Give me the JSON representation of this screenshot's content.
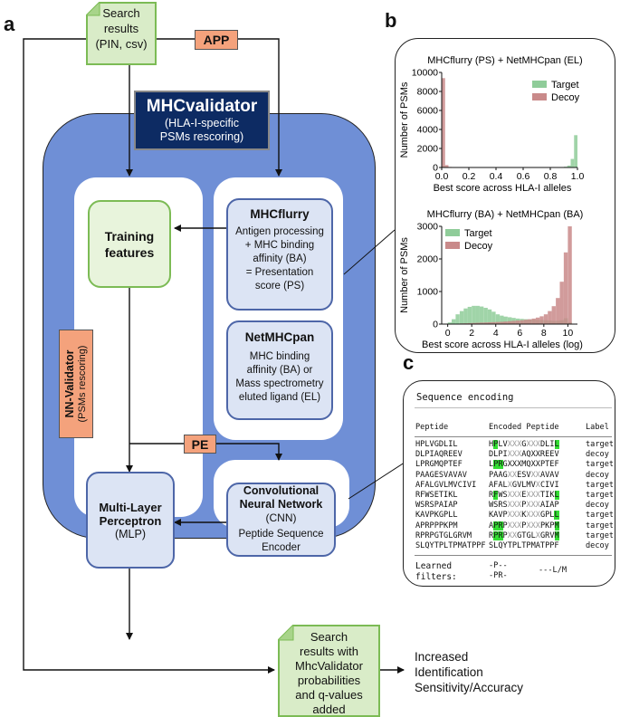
{
  "panels": {
    "a": "a",
    "b": "b",
    "c": "c"
  },
  "search_results": {
    "l1": "Search",
    "l2": "results",
    "l3": "(PIN, csv)"
  },
  "app_tag": "APP",
  "pe_tag": "PE",
  "mhcvalidator": {
    "title": "MHCvalidator",
    "sub1": "(HLA-I-specific",
    "sub2": "PSMs rescoring)"
  },
  "training": {
    "l1": "Training",
    "l2": "features"
  },
  "mhcflurry": {
    "title": "MHCflurry",
    "l1": "Antigen processing",
    "l2": "+ MHC binding",
    "l3": "affinity (BA)",
    "l4": "= Presentation",
    "l5": "score (PS)"
  },
  "netmhcpan": {
    "title": "NetMHCpan",
    "l1": "MHC binding",
    "l2": "affinity (BA) or",
    "l3": "Mass spectrometry",
    "l4": "eluted ligand (EL)"
  },
  "nn_validator": {
    "l1": "NN-Validator",
    "l2": "(PSMs rescoring)"
  },
  "mlp": {
    "l1": "Multi-Layer",
    "l2": "Perceptron",
    "l3": "(MLP)"
  },
  "cnn": {
    "l1": "Convolutional",
    "l2": "Neural Network",
    "l3": "(CNN)",
    "l4": "Peptide Sequence",
    "l5": "Encoder"
  },
  "output_doc": {
    "l1": "Search",
    "l2": "results with",
    "l3": "MhcValidator",
    "l4": "probabilities",
    "l5": "and q-values",
    "l6": "added"
  },
  "result_text": {
    "l1": "Increased",
    "l2": "Identification",
    "l3": "Sensitivity/Accuracy"
  },
  "chart_data": [
    {
      "type": "bar",
      "title": "MHCflurry (PS) + NetMHCpan (EL)",
      "xlabel": "Best score across HLA-I alleles",
      "ylabel": "Number of PSMs",
      "xlim": [
        0,
        1.0
      ],
      "ylim": [
        0,
        10000
      ],
      "xticks": [
        "0.0",
        "0.2",
        "0.4",
        "0.6",
        "0.8",
        "1.0"
      ],
      "yticks": [
        "0",
        "2000",
        "4000",
        "6000",
        "8000",
        "10000"
      ],
      "legend": "top-right",
      "bin_width": 0.025,
      "series": [
        {
          "name": "Target",
          "color": "#8fcc99",
          "x": [
            0.0,
            0.025,
            0.05,
            0.075,
            0.9,
            0.925,
            0.95,
            0.975
          ],
          "values": [
            150,
            60,
            40,
            30,
            80,
            200,
            900,
            3400
          ]
        },
        {
          "name": "Decoy",
          "color": "#c98a8a",
          "x": [
            0.0,
            0.025,
            0.05,
            0.075,
            0.1
          ],
          "values": [
            9400,
            250,
            60,
            30,
            20
          ]
        }
      ]
    },
    {
      "type": "bar",
      "title": "MHCflurry (BA) + NetMHCpan (BA)",
      "xlabel": "Best score across HLA-I alleles (log)",
      "ylabel": "Number of PSMs",
      "xlim": [
        -0.5,
        10.8
      ],
      "ylim": [
        0,
        3000
      ],
      "xticks": [
        "0",
        "2",
        "4",
        "6",
        "8",
        "10"
      ],
      "yticks": [
        "0",
        "1000",
        "2000",
        "3000"
      ],
      "legend": "top-left",
      "bin_width": 0.33,
      "series": [
        {
          "name": "Target",
          "color": "#8fcc99",
          "x": [
            0,
            0.33,
            0.66,
            1.0,
            1.33,
            1.66,
            2.0,
            2.33,
            2.66,
            3.0,
            3.33,
            3.66,
            4.0,
            4.33,
            4.66,
            5.0,
            5.33,
            5.66,
            6.0,
            6.33,
            6.66,
            7.0,
            7.33,
            7.66,
            8.0,
            8.33,
            8.66,
            9.0,
            9.33,
            9.66,
            10.0
          ],
          "values": [
            50,
            150,
            300,
            400,
            480,
            530,
            560,
            560,
            540,
            500,
            450,
            380,
            300,
            260,
            230,
            210,
            190,
            170,
            160,
            150,
            140,
            140,
            130,
            130,
            120,
            110,
            100,
            100,
            120,
            180,
            60
          ]
        },
        {
          "name": "Decoy",
          "color": "#c98a8a",
          "x": [
            0,
            0.33,
            0.66,
            1.0,
            1.33,
            1.66,
            2.0,
            2.33,
            2.66,
            3.0,
            3.33,
            3.66,
            4.0,
            4.33,
            4.66,
            5.0,
            5.33,
            5.66,
            6.0,
            6.33,
            6.66,
            7.0,
            7.33,
            7.66,
            8.0,
            8.33,
            8.66,
            9.0,
            9.33,
            9.66,
            10.0
          ],
          "values": [
            0,
            5,
            10,
            20,
            25,
            30,
            35,
            40,
            45,
            50,
            55,
            60,
            65,
            70,
            80,
            90,
            100,
            110,
            120,
            135,
            150,
            170,
            200,
            240,
            300,
            400,
            550,
            800,
            1300,
            2200,
            3100
          ]
        }
      ]
    }
  ],
  "seq_panel": {
    "title": "Sequence encoding",
    "headers": [
      "Peptide",
      "Encoded Peptide",
      "Label"
    ],
    "rows": [
      {
        "pep": "HPLVGDLIL",
        "enc": [
          [
            "H",
            ""
          ],
          [
            "P",
            "hl"
          ],
          [
            "LV",
            ""
          ],
          [
            "XXX",
            "gr"
          ],
          [
            "G",
            ""
          ],
          [
            "XXX",
            "gr"
          ],
          [
            "DLI",
            ""
          ],
          [
            "L",
            "hl"
          ]
        ],
        "label": "target"
      },
      {
        "pep": "DLPIAQREEV",
        "enc": [
          [
            "DLPI",
            ""
          ],
          [
            "XXX",
            "gr"
          ],
          [
            "AQXXREEV",
            ""
          ]
        ],
        "label": "decoy"
      },
      {
        "pep": "LPRGMQPTEF",
        "enc": [
          [
            "L",
            ""
          ],
          [
            "PR",
            "hl"
          ],
          [
            "GXXXMQXXPTEF",
            ""
          ]
        ],
        "label": "target"
      },
      {
        "pep": "PAAGESVAVAV",
        "enc": [
          [
            "PAAG",
            ""
          ],
          [
            "XX",
            "gr"
          ],
          [
            "ESV",
            ""
          ],
          [
            "XX",
            "gr"
          ],
          [
            "AVAV",
            ""
          ]
        ],
        "label": "decoy"
      },
      {
        "pep": "AFALGVLMVCIVI",
        "enc": [
          [
            "AFAL",
            ""
          ],
          [
            "X",
            "gr"
          ],
          [
            "GVLMV",
            ""
          ],
          [
            "X",
            "gr"
          ],
          [
            "CIVI",
            ""
          ]
        ],
        "label": "target"
      },
      {
        "pep": "RFWSETIKL",
        "enc": [
          [
            "R",
            ""
          ],
          [
            "F",
            "hl"
          ],
          [
            "WS",
            ""
          ],
          [
            "XXX",
            "gr"
          ],
          [
            "E",
            ""
          ],
          [
            "XXX",
            "gr"
          ],
          [
            "TIK",
            ""
          ],
          [
            "L",
            "hl"
          ]
        ],
        "label": "target"
      },
      {
        "pep": "WSRSPAIAP",
        "enc": [
          [
            "WSRS",
            ""
          ],
          [
            "XXX",
            "gr"
          ],
          [
            "P",
            ""
          ],
          [
            "XXX",
            "gr"
          ],
          [
            "AIAP",
            ""
          ]
        ],
        "label": "decoy"
      },
      {
        "pep": "KAVPKGPLL",
        "enc": [
          [
            "KAVP",
            ""
          ],
          [
            "XXX",
            "gr"
          ],
          [
            "K",
            ""
          ],
          [
            "XXX",
            "gr"
          ],
          [
            "GPL",
            ""
          ],
          [
            "L",
            "hl"
          ]
        ],
        "label": "target"
      },
      {
        "pep": "APRPPPKPM",
        "enc": [
          [
            "A",
            ""
          ],
          [
            "PR",
            "hl"
          ],
          [
            "P",
            ""
          ],
          [
            "XXX",
            "gr"
          ],
          [
            "P",
            ""
          ],
          [
            "XXX",
            "gr"
          ],
          [
            "PKP",
            ""
          ],
          [
            "M",
            "hl"
          ]
        ],
        "label": "target"
      },
      {
        "pep": "RPRPGTGLGRVM",
        "enc": [
          [
            "R",
            ""
          ],
          [
            "PR",
            "hl"
          ],
          [
            "P",
            ""
          ],
          [
            "XX",
            "gr"
          ],
          [
            "GTGL",
            ""
          ],
          [
            "X",
            "gr"
          ],
          [
            "GRV",
            ""
          ],
          [
            "M",
            "hl"
          ]
        ],
        "label": "target"
      },
      {
        "pep": "SLQYTPLTPMATPPF",
        "enc": [
          [
            "SLQYTPLTPMATPPF",
            ""
          ]
        ],
        "label": "decoy"
      }
    ],
    "learned_l1": "Learned",
    "learned_l2": "filters:",
    "filter1": "-P--",
    "filter2": "-PR-",
    "filter3": "---L/M"
  }
}
